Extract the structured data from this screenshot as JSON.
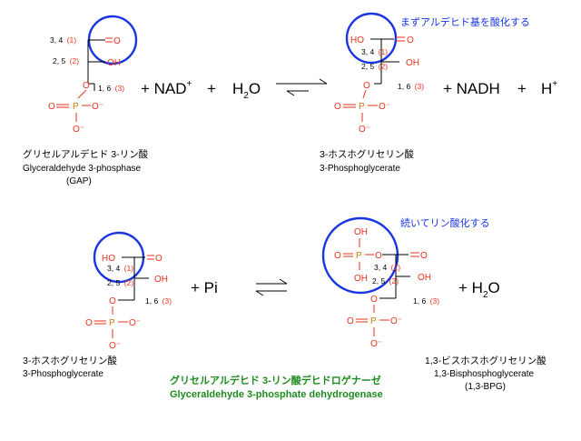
{
  "colors": {
    "atom": "#e8321e",
    "phosphorus": "#c8780a",
    "circle": "#1a36e0",
    "note": "#1a36e0",
    "enzyme": "#1e8a1e",
    "text": "#000000"
  },
  "atoms": {
    "O": "O",
    "OH": "OH",
    "HO": "HO",
    "P": "P",
    "neg_O": "O⁻",
    "neg": "−"
  },
  "carbon_numbers": {
    "c1_black": "3, 4",
    "c1_red": "(1)",
    "c2_black": "2, 5",
    "c2_red": "(2)",
    "c3_black": "1, 6",
    "c3_red": "(3)"
  },
  "reaction1": {
    "plus_nad": "+ NAD",
    "nad_sup": "+",
    "plus_h2o": "+",
    "h2o_h": "H",
    "h2o_2": "2",
    "h2o_o": "O",
    "plus_nadh": "+ NADH",
    "plus_h": "+",
    "h": "H",
    "h_sup": "+",
    "note": "まずアルデヒド基を酸化する"
  },
  "reaction2": {
    "plus_pi": "+ Pi",
    "plus_h2o": "+ H",
    "h2o_2": "2",
    "h2o_o": "O",
    "note": "続いてリン酸化する"
  },
  "labels": {
    "gap_jp": "グリセルアルデヒド 3-リン酸",
    "gap_en": "Glyceraldehyde 3-phosphase",
    "gap_abbr": "(GAP)",
    "pg_top_jp": "3-ホスホグリセリン酸",
    "pg_top_en": "3-Phosphoglycerate",
    "pg_bottom_jp": "3-ホスホグリセリン酸",
    "pg_bottom_en": "3-Phosphoglycerate",
    "bpg_jp": "1,3-ビスホスホグリセリン酸",
    "bpg_en": "1,3-Bisphosphoglycerate",
    "bpg_abbr": "(1,3-BPG)"
  },
  "enzyme": {
    "jp": "グリセルアルデヒド 3-リン酸デヒドロゲナーゼ",
    "en": "Glyceraldehyde 3-phosphate dehydrogenase"
  }
}
